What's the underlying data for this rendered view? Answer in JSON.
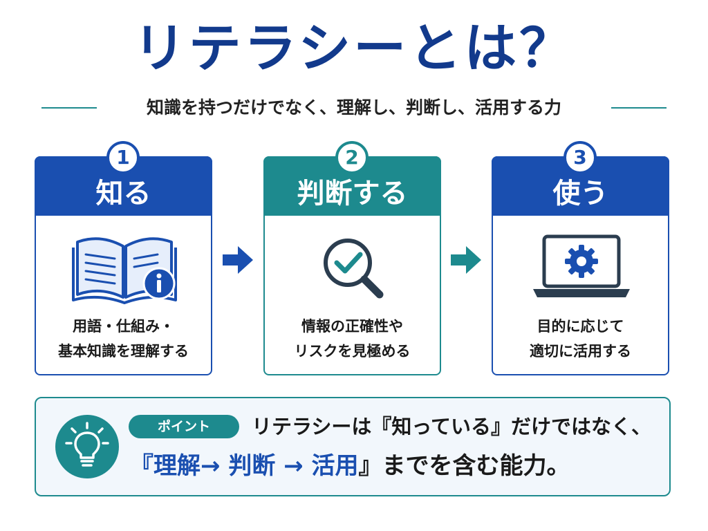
{
  "title": "リテラシーとは？",
  "subtitle": "知識を持つだけでなく、理解し、判断し、活用する力",
  "steps": [
    {
      "number": "1",
      "title": "知る",
      "line1": "用語・仕組み・",
      "line2": "基本知識を理解する",
      "icon": "open-book-info-icon",
      "color": "#1a4fb0"
    },
    {
      "number": "2",
      "title": "判断する",
      "line1": "情報の正確性や",
      "line2": "リスクを見極める",
      "icon": "magnifier-check-icon",
      "color": "#1d8a8e"
    },
    {
      "number": "3",
      "title": "使う",
      "line1": "目的に応じて",
      "line2": "適切に活用する",
      "icon": "laptop-gear-icon",
      "color": "#1a4fb0"
    }
  ],
  "point": {
    "badge": "ポイント",
    "line1": "リテラシーは『知っている』だけではなく、",
    "line2_open": "『",
    "line2_highlight": "理解→ 判断 → 活用",
    "line2_close": "』までを含む能力。",
    "icon": "lightbulb-icon"
  },
  "colors": {
    "navy": "#123a8c",
    "blue": "#1a4fb0",
    "teal": "#1d8a8e",
    "panel_bg": "#f2f7fc"
  }
}
